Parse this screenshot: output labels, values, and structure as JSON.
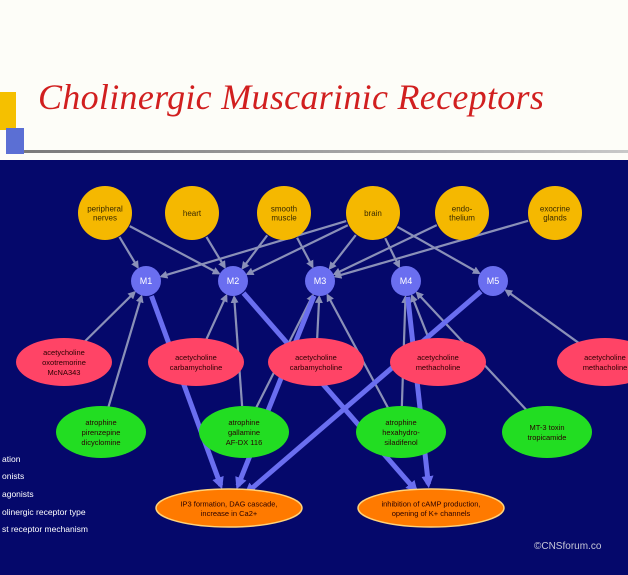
{
  "title": "Cholinergic Muscarinic Receptors",
  "tissues": [
    "peripheral\nnerves",
    "heart",
    "smooth\nmuscle",
    "brain",
    "endo-\nthelium",
    "exocrine\nglands"
  ],
  "receptors": [
    "M1",
    "M2",
    "M3",
    "M4",
    "M5"
  ],
  "agonists": [
    "acetycholine\noxotremorine\nMcNA343",
    "acetycholine\ncarbamycholine",
    "acetycholine\ncarbamycholine",
    "acetycholine\nmethacholine",
    "acetycholine\nmethacholine"
  ],
  "antagonists": [
    "atrophine\npirenzepine\ndicyclomine",
    "atrophine\ngallamine\nAF-DX 116",
    "atrophine\nhexahydro-\nsiladifenol",
    "MT-3 toxin\ntropicamide"
  ],
  "mechanisms": [
    "IP3 formation, DAG cascade,\nincrease in Ca2+",
    "inhibition of cAMP production,\nopening of K+ channels"
  ],
  "legend": [
    "ation",
    "onists",
    "agonists",
    "olinergic receptor type",
    "st receptor mechanism"
  ],
  "credit": "©CNSforum.co",
  "colors": {
    "panel": "#05086b",
    "tissue": "#f5b800",
    "receptor": "#6a6ef0",
    "agonist": "#ff4466",
    "antagonist": "#22dd22",
    "mechanism": "#ff7a00",
    "thin_arrow": "#8a90b8",
    "thick_arrow": "#6a6ef0",
    "title": "#d11f1f"
  }
}
